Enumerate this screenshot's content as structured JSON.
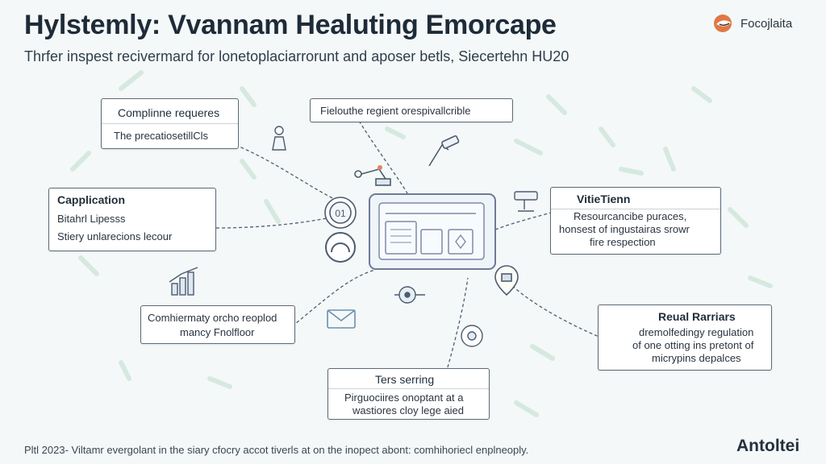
{
  "header": {
    "title": "Hylstemly: Vvannam Healuting Emorcape",
    "subtitle": "Thrfer inspest recivermard for lonetoplaciarrorunt and aposer betls, Siecertehn HU20"
  },
  "logo": {
    "text": "Focojlaita",
    "icon": "fox-logo-icon"
  },
  "center_icon": "dashboard-window-icon",
  "nodes": {
    "compliance": {
      "title": "Complinne requeres",
      "lines": [
        "The precatiosetillCls"
      ]
    },
    "regient": {
      "title": "Fielouthe regient orespivallcrible",
      "lines": []
    },
    "capplication": {
      "title": "Capplication",
      "lines": [
        "Bitahrl Lipesss",
        "Stiery unlarecions lecour"
      ]
    },
    "vitetenn": {
      "title": "VitieTienn",
      "lines": [
        "Resourcancibe puraces,",
        "honsest of ingustairas srowr",
        "fire respection"
      ]
    },
    "comhiermaty": {
      "title": "",
      "lines": [
        "Comhiermaty orcho reoplod",
        "mancy Fnolfloor"
      ]
    },
    "reual": {
      "title": "Reual Rarriars",
      "lines": [
        "dremolfedingy regulation",
        "of one otting ins pretont of",
        "micrypins depalces"
      ]
    },
    "ters": {
      "title": "Ters serring",
      "lines": [
        "Pirguociires onoptant at a",
        "wastiores cloy lege aied"
      ]
    }
  },
  "icons": [
    "gear-icon",
    "robot-arm-icon",
    "microscope-icon",
    "virus-icon",
    "bar-chart-icon",
    "envelope-icon",
    "lab-device-icon",
    "shield-icon"
  ],
  "gear_label": "01",
  "footer": {
    "note": "Pltl 2023- Viltamr evergolant in the siary cfocry accot tiverls at on the inopect abont: comhihoriecl enplneoply.",
    "brand": "Antoltei"
  },
  "colors": {
    "accent_green": "#9ccfb3",
    "line": "#4f5e73",
    "box_border": "#5c6a78"
  }
}
